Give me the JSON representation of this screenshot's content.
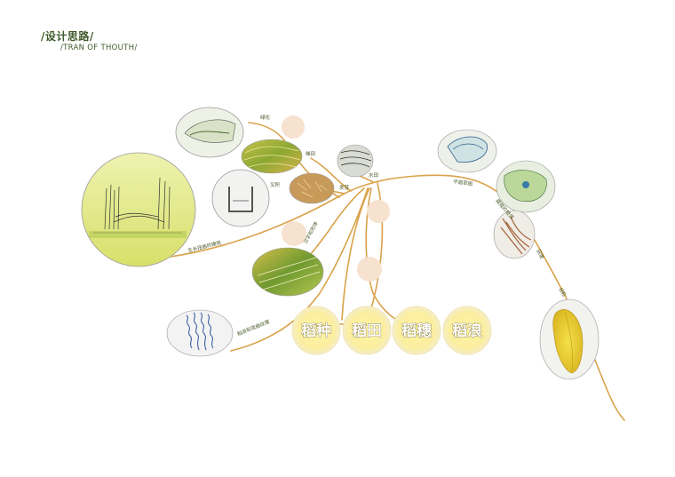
{
  "header": {
    "title": "/设计思路/",
    "subtitle": "/TRAN OF THOUTH/"
  },
  "labels": {
    "l1": "绿化",
    "l2": "梯田",
    "l3": "水田",
    "l4": "叉积",
    "l5": "发芽",
    "l6": "生长扭曲的建筑",
    "l7": "汉字和形体",
    "l8": "平面草图",
    "l9": "腐殖的根须",
    "l10": "田埂",
    "l11": "谷粒",
    "l12": "稻浪和弯曲纹理"
  },
  "words": [
    "稻种",
    "稻田",
    "稻穗",
    "稻浪"
  ],
  "colors": {
    "branch": "#d9a24a",
    "accent_title": "#3f5a2a",
    "word_bg_outer": "#faf3c0",
    "word_bg_inner": "#fff7a8"
  }
}
